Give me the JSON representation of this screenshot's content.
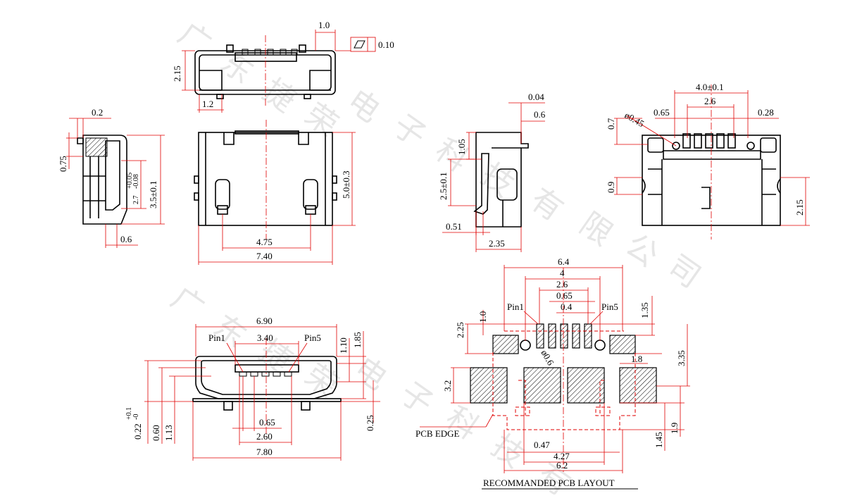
{
  "watermark": [
    "广",
    "东",
    "捷",
    "荣",
    "电",
    "子",
    "科",
    "技",
    "有",
    "限",
    "公",
    "司"
  ],
  "top_view": {
    "d_width": "1.0",
    "d_height": "2.15",
    "d_tab": "1.2",
    "tolerance_box": "0.10"
  },
  "side_view_left": {
    "d_top": "0.2",
    "d_tab": "0.75",
    "d_body": "2.7",
    "d_body_tol_plus": "+0.05",
    "d_body_tol_minus": "-0.08",
    "d_total": "3.5±0.1",
    "d_bottom": "0.6"
  },
  "front_view": {
    "d_pins": "4.75",
    "d_width": "7.40",
    "d_depth": "5.0±0.3"
  },
  "side_view_right": {
    "d_a": "0.04",
    "d_b": "0.6",
    "d_c": "1.05",
    "d_d": "2.5±0.1",
    "d_e": "0.51",
    "d_f": "2.35"
  },
  "bottom_view": {
    "d_width": "4.0±0.1",
    "d_pitch": "2.6",
    "d_hole": "ø0.45",
    "d_pad": "0.65",
    "d_pin": "0.28",
    "d_top": "0.7",
    "d_mid": "0.9",
    "d_height": "2.15"
  },
  "end_view": {
    "pin1": "Pin1",
    "pin5": "Pin5",
    "d_width": "6.90",
    "d_inner": "3.40",
    "d_a": "1.10",
    "d_b": "1.85",
    "d_c": "0.22",
    "d_c_tol_plus": "+0.1",
    "d_c_tol_minus": "-0",
    "d_d": "0.60",
    "d_e": "1.13",
    "d_f": "0.25",
    "d_pitch": "0.65",
    "d_span": "2.60",
    "d_total": "7.80"
  },
  "pcb_layout": {
    "pin1": "Pin1",
    "pin5": "Pin5",
    "d_64": "6.4",
    "d_4": "4",
    "d_26": "2.6",
    "d_065": "0.65",
    "d_04": "0.4",
    "d_135": "1.35",
    "d_225": "2.25",
    "d_10": "1.0",
    "d_06": "ø0.6",
    "d_18": "1.8",
    "d_335": "3.35",
    "d_32": "3.2",
    "d_047": "0.47",
    "d_427": "4.27",
    "d_62": "6.2",
    "d_145": "1.45",
    "d_19": "1.9",
    "pcb_edge": "PCB EDGE",
    "caption": "RECOMMANDED PCB LAYOUT"
  }
}
